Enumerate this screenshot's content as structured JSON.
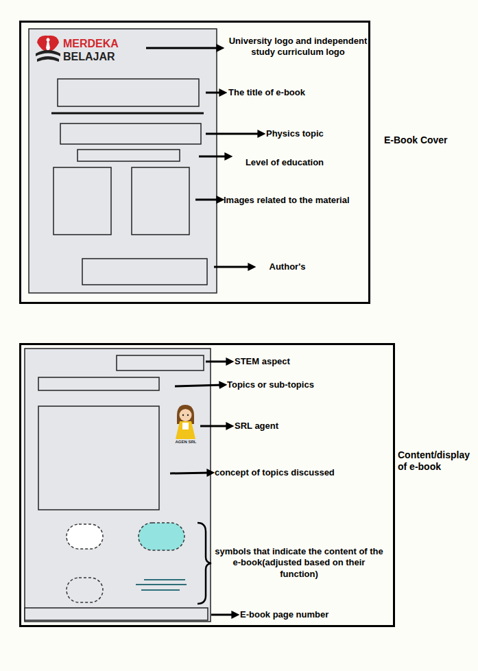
{
  "diagram": {
    "nodes": [
      {
        "text": [
          "E-Book Cover"
        ]
      },
      {
        "text": [
          "Content/display of e-book"
        ]
      }
    ],
    "labels": [
      "MERDEKA",
      "BELAJAR",
      "University logo and independent study curriculum logo",
      "The title of e-book",
      "Physics topic",
      "Level of education",
      "Images related to the material",
      "Author's",
      "STEM aspect",
      "Topics or sub-topics",
      "AGEN SRL",
      "SRL agent",
      "concept of topics discussed",
      "symbols that indicate the content of the e-book(adjusted based on their function)",
      "E-book page number"
    ]
  }
}
